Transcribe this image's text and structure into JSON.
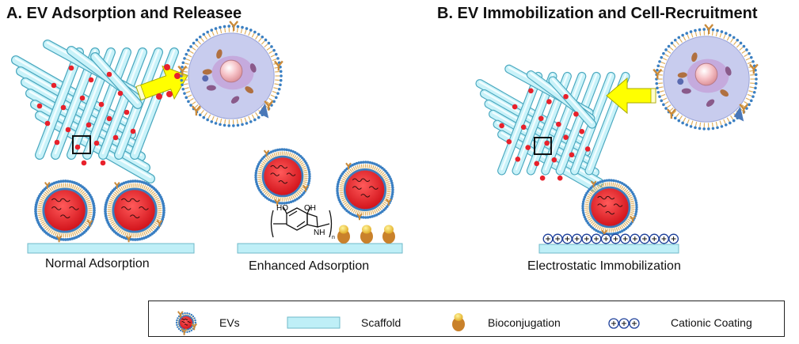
{
  "panel_a": {
    "title": "A. EV Adsorption and Releasee",
    "normal_label": "Normal Adsorption",
    "enhanced_label": "Enhanced Adsorption",
    "chem_oh1": "HO",
    "chem_oh2": "OH",
    "chem_nh": "NH",
    "chem_n": "n"
  },
  "panel_b": {
    "title": "B. EV Immobilization and Cell-Recruitment",
    "electro_label": "Electrostatic Immobilization"
  },
  "legend": {
    "evs": "EVs",
    "scaffold": "Scaffold",
    "bioconjugation": "Bioconjugation",
    "cationic": "Cationic Coating"
  },
  "colors": {
    "scaffold": "#bfeff7",
    "ev_core": "#e8212b",
    "arrow": "#ffff00",
    "cell_body": "#c8ccee",
    "membrane_dot": "#3a7fc2",
    "lipid_tail": "#e0b060"
  }
}
